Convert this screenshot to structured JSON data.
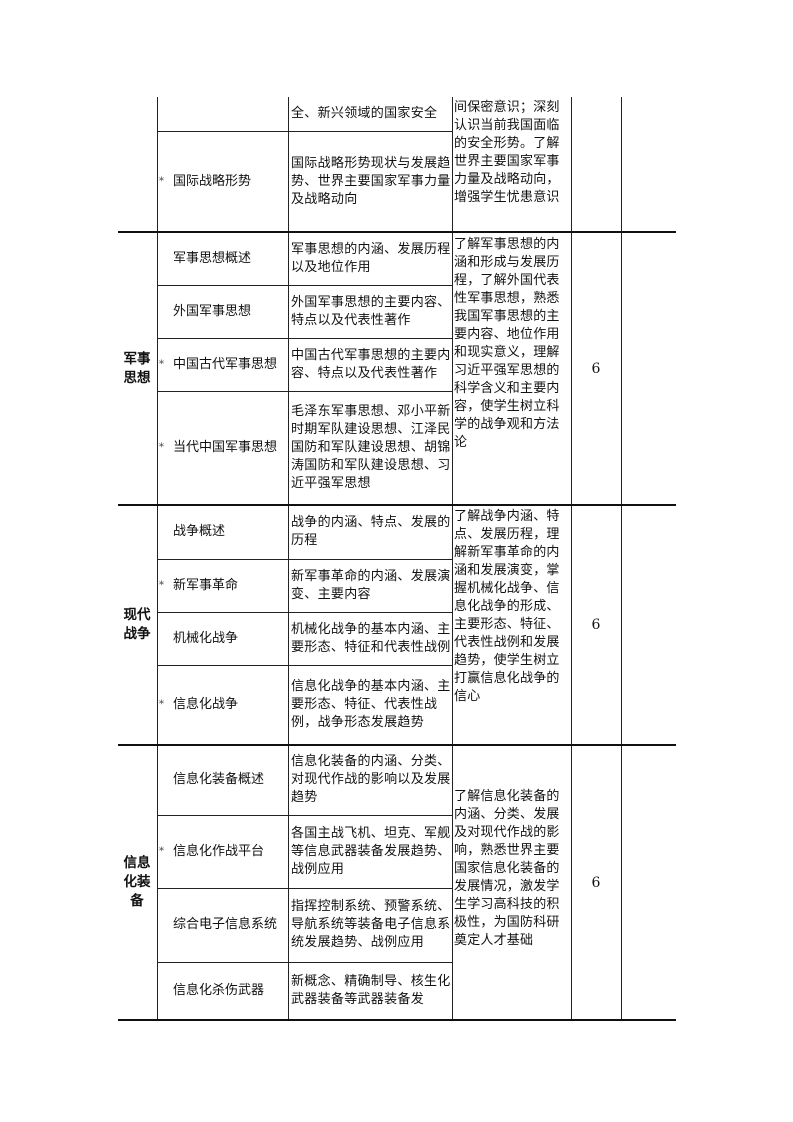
{
  "sections": [
    {
      "category": "",
      "hours": "",
      "objective": "间保密意识；深刻认识当前我国面临的安全形势。了解世界主要国家军事力量及战略动向，增强学生忧患意识",
      "items": [
        {
          "topic": "",
          "starred": false,
          "content": "全、新兴领域的国家安全"
        },
        {
          "topic": "国际战略形势",
          "starred": true,
          "content": "国际战略形势现状与发展趋势、世界主要国家军事力量及战略动向"
        }
      ]
    },
    {
      "category": "军事思想",
      "hours": "6",
      "objective": "了解军事思想的内涵和形成与发展历程，了解外国代表性军事思想，熟悉我国军事思想的主要内容、地位作用和现实意义，理解习近平强军思想的科学含义和主要内容，使学生树立科学的战争观和方法论",
      "items": [
        {
          "topic": "军事思想概述",
          "starred": false,
          "content": "军事思想的内涵、发展历程以及地位作用"
        },
        {
          "topic": "外国军事思想",
          "starred": false,
          "content": "外国军事思想的主要内容、特点以及代表性著作"
        },
        {
          "topic": "中国古代军事思想",
          "starred": true,
          "content": "中国古代军事思想的主要内容、特点以及代表性著作"
        },
        {
          "topic": "当代中国军事思想",
          "starred": true,
          "content": "毛泽东军事思想、邓小平新时期军队建设思想、江泽民国防和军队建设思想、胡锦涛国防和军队建设思想、习近平强军思想"
        }
      ]
    },
    {
      "category": "现代战争",
      "hours": "6",
      "objective": "了解战争内涵、特点、发展历程，理解新军事革命的内涵和发展演变，掌握机械化战争、信息化战争的形成、主要形态、特征、代表性战例和发展趋势，使学生树立打赢信息化战争的信心",
      "items": [
        {
          "topic": "战争概述",
          "starred": false,
          "content": "战争的内涵、特点、发展的历程"
        },
        {
          "topic": "新军事革命",
          "starred": true,
          "content": "新军事革命的内涵、发展演变、主要内容"
        },
        {
          "topic": "机械化战争",
          "starred": false,
          "content": "机械化战争的基本内涵、主要形态、特征和代表性战例"
        },
        {
          "topic": "信息化战争",
          "starred": true,
          "content": "信息化战争的基本内涵、主要形态、特征、代表性战例，战争形态发展趋势"
        }
      ]
    },
    {
      "category": "信息化装备",
      "hours": "6",
      "objective": "了解信息化装备的内涵、分类、发展及对现代作战的影响，熟悉世界主要国家信息化装备的发展情况，激发学生学习高科技的积极性，为国防科研奠定人才基础",
      "items": [
        {
          "topic": "信息化装备概述",
          "starred": false,
          "content": "信息化装备的内涵、分类、对现代作战的影响以及发展趋势"
        },
        {
          "topic": "信息化作战平台",
          "starred": true,
          "content": "各国主战飞机、坦克、军舰等信息武器装备发展趋势、战例应用"
        },
        {
          "topic": "综合电子信息系统",
          "starred": false,
          "content": "指挥控制系统、预警系统、导航系统等装备电子信息系统发展趋势、战例应用"
        },
        {
          "topic": "信息化杀伤武器",
          "starred": false,
          "content": "新概念、精确制导、核生化武器装备等武器装备发"
        }
      ]
    }
  ],
  "star_symbol": "*"
}
